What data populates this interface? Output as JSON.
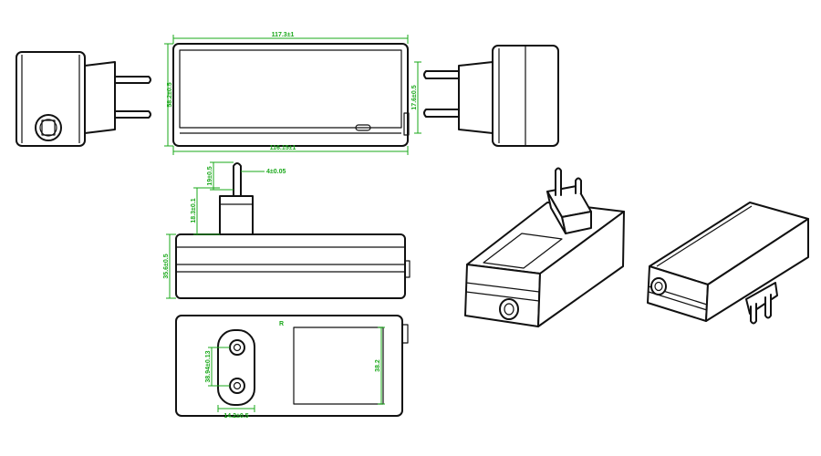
{
  "colors": {
    "outline": "#111111",
    "dimension": "#1aa81a",
    "background": "#ffffff"
  },
  "dimensions": {
    "top_width": "117.3±1",
    "front_height": "58.2±0.5",
    "bottom_width": "116.15±1",
    "right_height": "17.6±0.5",
    "pin_length": "19±0.5",
    "pin_diameter": "4±0.05",
    "pin_base": "18.3±0.1",
    "body_height": "35.6±0.5",
    "pin_spacing": "38.94±0.13",
    "socket_width": "14.2±0.5",
    "label_height": "38.2",
    "label_marker": "R"
  }
}
